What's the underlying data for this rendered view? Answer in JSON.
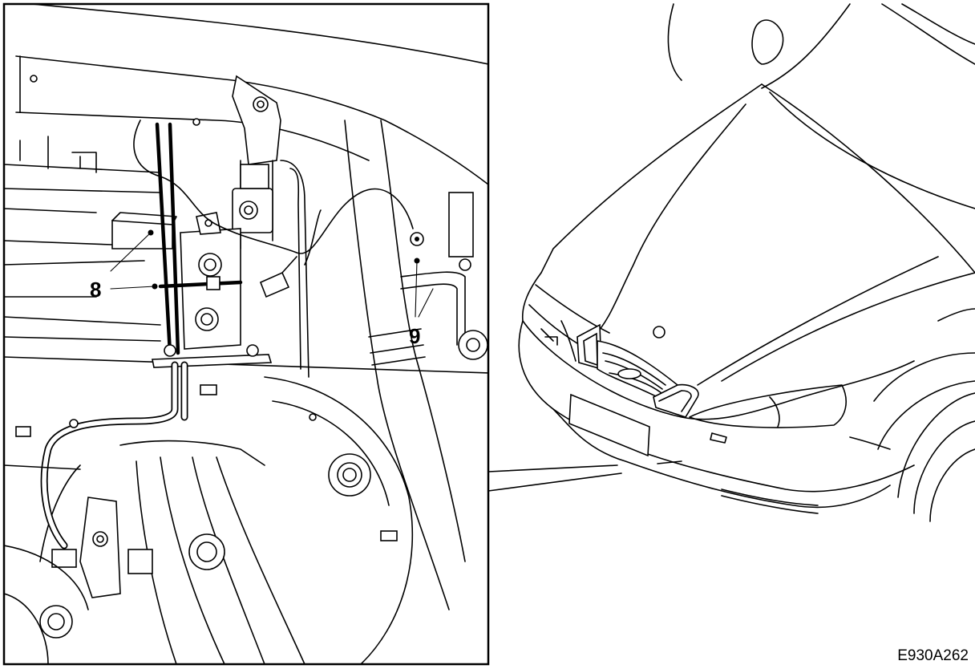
{
  "callouts": {
    "part_8": "8",
    "part_9": "9"
  },
  "reference_code": "E930A262"
}
